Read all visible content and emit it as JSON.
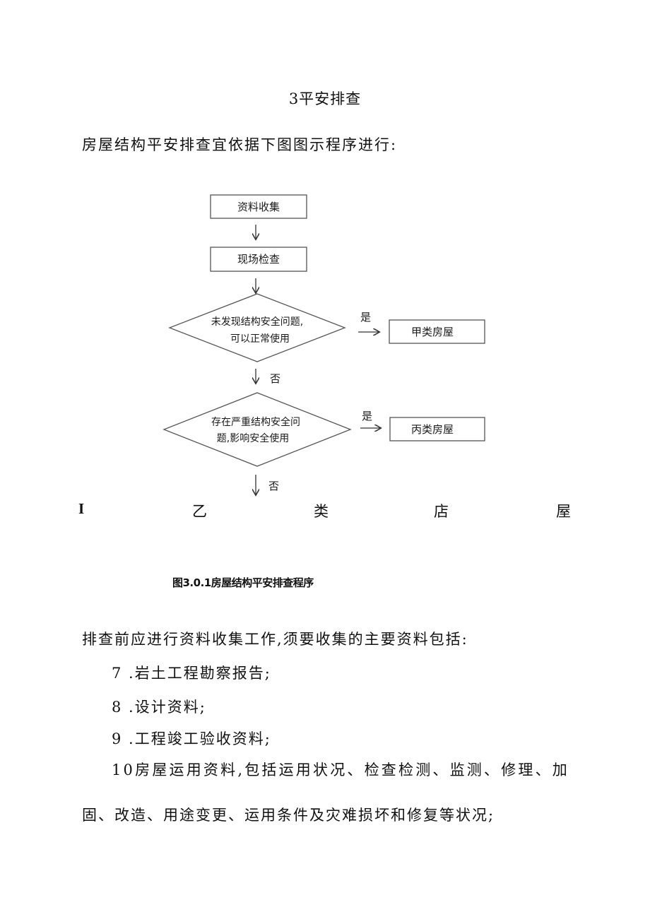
{
  "section_title": "3平安排查",
  "intro": "房屋结构平安排查宜依据下图图示程序进行:",
  "flowchart": {
    "box1": "资料收集",
    "box2": "现场检查",
    "decision1": [
      "未发现结构安全问题,",
      "可以正常使用"
    ],
    "decision2": [
      "存在严重结构安全问",
      "题,影响安全使用"
    ],
    "yes": "是",
    "no": "否",
    "result_a": "甲类房屋",
    "result_c": "丙类房屋"
  },
  "spread_line": [
    "I",
    "乙",
    "类",
    "店",
    "屋"
  ],
  "caption": "图3.0.1房屋结构平安排查程序",
  "collection_intro": "排查前应进行资料收集工作,须要收集的主要资料包括:",
  "items": [
    "7 .岩土工程勘察报告;",
    "8 .设计资料;",
    "9 .工程竣工验收资料;",
    "10房屋运用资料,包括运用状况、检查检测、监测、修理、加"
  ],
  "continuation": "固、改造、用途变更、运用条件及灾难损坏和修复等状况;"
}
